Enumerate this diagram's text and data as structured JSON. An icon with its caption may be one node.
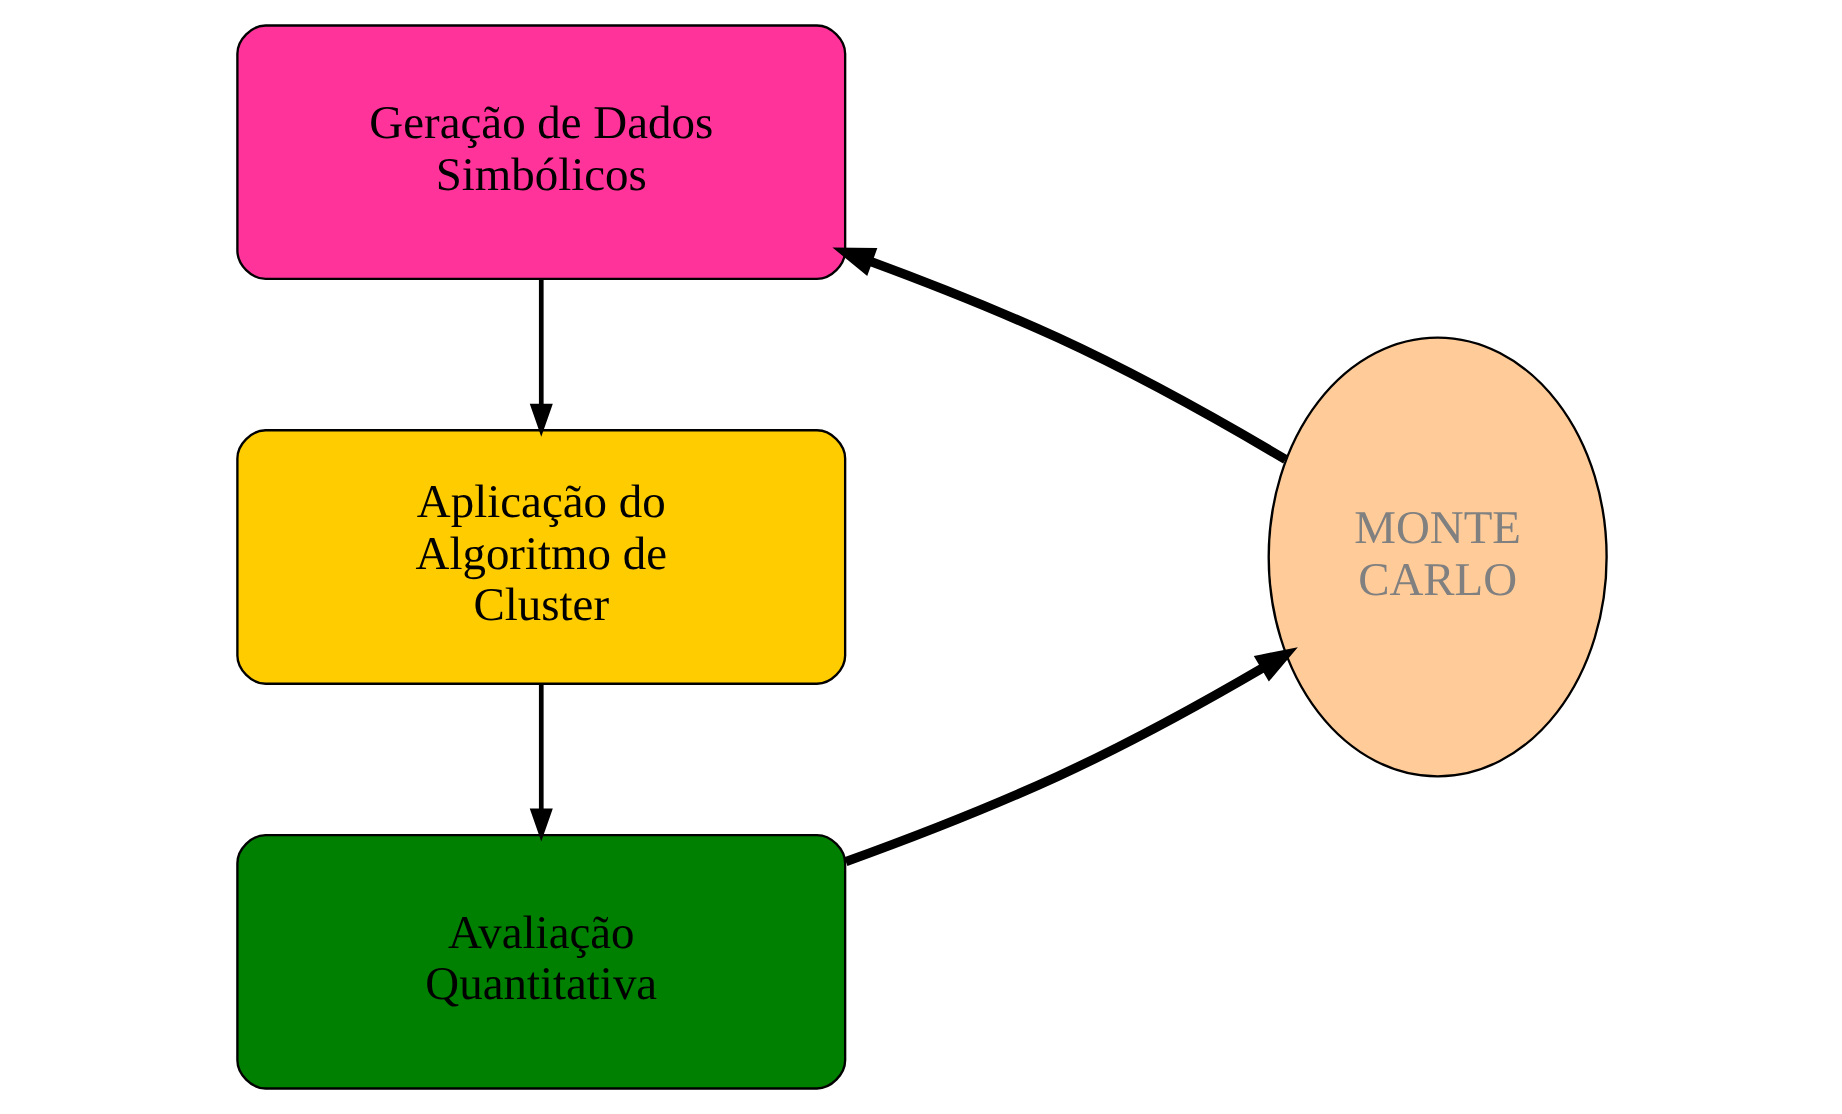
{
  "diagram": {
    "nodes": [
      {
        "text": [
          "Geração de Dados Simbólicos"
        ]
      },
      {
        "text": [
          "Aplicação do Algoritmo de Cluster"
        ]
      },
      {
        "text": [
          "Avaliação Quantitativa"
        ]
      },
      {
        "text": [
          "MONTE CARLO"
        ]
      }
    ],
    "edges": [
      {
        "from": 0,
        "to": 1,
        "arrow": "to"
      },
      {
        "from": 1,
        "to": 2,
        "arrow": "to"
      },
      {
        "from": 2,
        "to": 3,
        "arrow": "to",
        "style": "thick"
      },
      {
        "from": 3,
        "to": 0,
        "arrow": "to",
        "style": "thick"
      }
    ]
  }
}
